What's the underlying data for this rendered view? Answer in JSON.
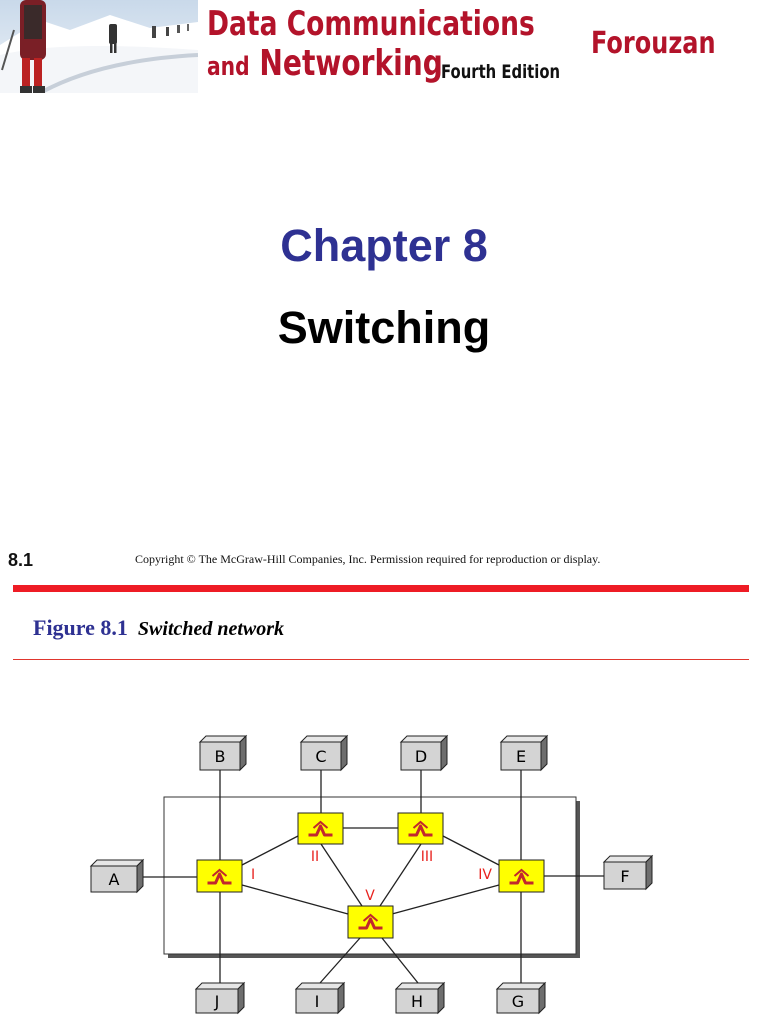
{
  "header": {
    "book_title_line1": "Data Communications",
    "book_title_and": "and",
    "book_title_line2": "Networking",
    "edition": "Fourth Edition",
    "author": "Forouzan"
  },
  "slide1": {
    "chapter_title": "Chapter 8",
    "chapter_subtitle": "Switching",
    "page_number": "8.1",
    "copyright": "Copyright © The McGraw-Hill Companies, Inc. Permission required for reproduction or display."
  },
  "slide2": {
    "figure_number": "Figure 8.1",
    "figure_title": "Switched network",
    "diagram": {
      "stations": {
        "A": "A",
        "B": "B",
        "C": "C",
        "D": "D",
        "E": "E",
        "F": "F",
        "G": "G",
        "H": "H",
        "I": "I",
        "J": "J"
      },
      "switches": {
        "I": "I",
        "II": "II",
        "III": "III",
        "IV": "IV",
        "V": "V"
      }
    }
  },
  "colors": {
    "brand_red": "#b3132a",
    "chapter_blue": "#2e3192",
    "bar_red": "#ee1c25",
    "switch_yellow": "#ffff00",
    "switch_label_red": "#e8231f"
  }
}
